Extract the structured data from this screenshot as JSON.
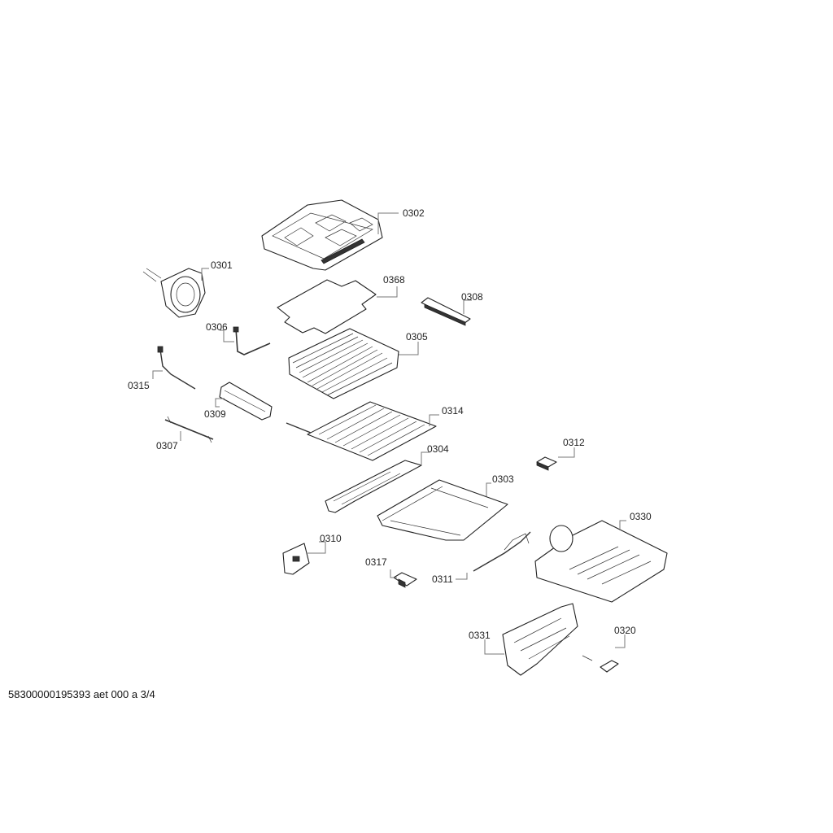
{
  "parts": {
    "p0301": "0301",
    "p0302": "0302",
    "p0303": "0303",
    "p0304": "0304",
    "p0305": "0305",
    "p0306": "0306",
    "p0307": "0307",
    "p0308": "0308",
    "p0309": "0309",
    "p0310": "0310",
    "p0311": "0311",
    "p0312": "0312",
    "p0314": "0314",
    "p0315": "0315",
    "p0317": "0317",
    "p0320": "0320",
    "p0330": "0330",
    "p0331": "0331",
    "p0368": "0368"
  },
  "footer": "58300000195393 aet 000 a 3/4"
}
